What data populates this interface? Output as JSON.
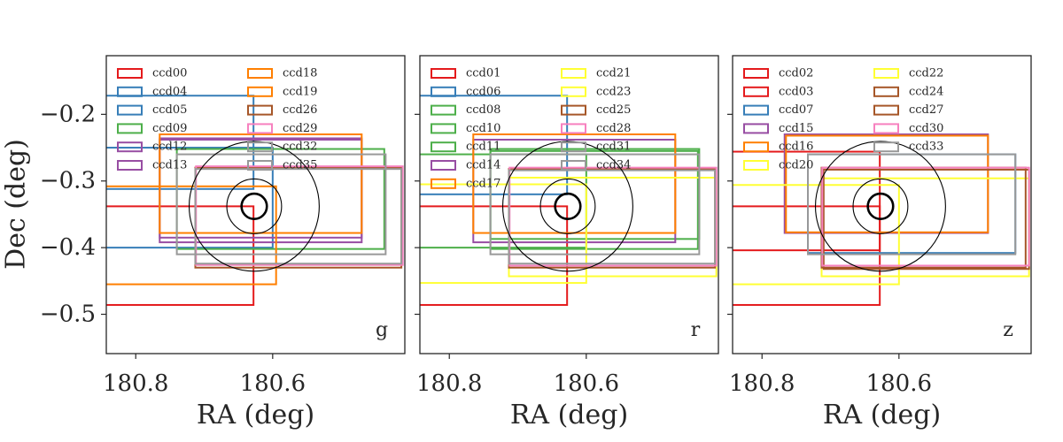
{
  "chart_data": {
    "type": "scatter",
    "xlabel": "RA (deg)",
    "ylabel": "Dec (deg)",
    "xlim": [
      180.843,
      180.407
    ],
    "ylim": [
      -0.559,
      -0.112
    ],
    "xticks": [
      180.8,
      180.6
    ],
    "xtick_labels": [
      "180.8",
      "180.6"
    ],
    "yticks": [
      -0.2,
      -0.3,
      -0.4,
      -0.5
    ],
    "ytick_labels": [
      "−0.2",
      "−0.3",
      "−0.4",
      "−0.5"
    ],
    "grid": false,
    "legend_placement": "upper-left",
    "legend_columns": 2,
    "target_circles": {
      "center": [
        180.627,
        -0.338
      ],
      "radii": [
        0.0185,
        0.04,
        0.095
      ]
    },
    "panels": [
      {
        "band": "g",
        "ccds": [
          {
            "name": "ccd00",
            "color": "#e41a1c",
            "ra_min": 180.628,
            "ra_max": 180.9,
            "dec_min": -0.486,
            "dec_max": -0.338
          },
          {
            "name": "ccd04",
            "color": "#377eb8",
            "ra_min": 180.628,
            "ra_max": 180.9,
            "dec_min": -0.312,
            "dec_max": -0.172
          },
          {
            "name": "ccd05",
            "color": "#377eb8",
            "ra_min": 180.6,
            "ra_max": 180.9,
            "dec_min": -0.4,
            "dec_max": -0.25
          },
          {
            "name": "ccd09",
            "color": "#4daf4a",
            "ra_min": 180.437,
            "ra_max": 180.74,
            "dec_min": -0.402,
            "dec_max": -0.252
          },
          {
            "name": "ccd12",
            "color": "#984ea3",
            "ra_min": 180.47,
            "ra_max": 180.765,
            "dec_min": -0.392,
            "dec_max": -0.238
          },
          {
            "name": "ccd13",
            "color": "#984ea3",
            "ra_min": 180.47,
            "ra_max": 180.765,
            "dec_min": -0.385,
            "dec_max": -0.236
          },
          {
            "name": "ccd18",
            "color": "#ff7f00",
            "ra_min": 180.595,
            "ra_max": 180.9,
            "dec_min": -0.455,
            "dec_max": -0.308
          },
          {
            "name": "ccd19",
            "color": "#ff7f00",
            "ra_min": 180.47,
            "ra_max": 180.765,
            "dec_min": -0.378,
            "dec_max": -0.23
          },
          {
            "name": "ccd26",
            "color": "#a65628",
            "ra_min": 180.412,
            "ra_max": 180.713,
            "dec_min": -0.43,
            "dec_max": -0.28
          },
          {
            "name": "ccd29",
            "color": "#f781bf",
            "ra_min": 180.41,
            "ra_max": 180.712,
            "dec_min": -0.426,
            "dec_max": -0.278
          },
          {
            "name": "ccd32",
            "color": "#999999",
            "ra_min": 180.435,
            "ra_max": 180.74,
            "dec_min": -0.41,
            "dec_max": -0.26
          },
          {
            "name": "ccd35",
            "color": "#999999",
            "ra_min": 180.412,
            "ra_max": 180.713,
            "dec_min": -0.424,
            "dec_max": -0.282
          }
        ]
      },
      {
        "band": "r",
        "ccds": [
          {
            "name": "ccd01",
            "color": "#e41a1c",
            "ra_min": 180.628,
            "ra_max": 180.9,
            "dec_min": -0.486,
            "dec_max": -0.338
          },
          {
            "name": "ccd06",
            "color": "#377eb8",
            "ra_min": 180.628,
            "ra_max": 180.9,
            "dec_min": -0.32,
            "dec_max": -0.172
          },
          {
            "name": "ccd08",
            "color": "#4daf4a",
            "ra_min": 180.435,
            "ra_max": 180.74,
            "dec_min": -0.387,
            "dec_max": -0.252
          },
          {
            "name": "ccd10",
            "color": "#4daf4a",
            "ra_min": 180.6,
            "ra_max": 180.9,
            "dec_min": -0.4,
            "dec_max": -0.26
          },
          {
            "name": "ccd11",
            "color": "#4daf4a",
            "ra_min": 180.437,
            "ra_max": 180.74,
            "dec_min": -0.402,
            "dec_max": -0.255
          },
          {
            "name": "ccd14",
            "color": "#984ea3",
            "ra_min": 180.47,
            "ra_max": 180.765,
            "dec_min": -0.392,
            "dec_max": -0.238
          },
          {
            "name": "ccd17",
            "color": "#ff7f00",
            "ra_min": 180.47,
            "ra_max": 180.765,
            "dec_min": -0.378,
            "dec_max": -0.23
          },
          {
            "name": "ccd21",
            "color": "#ffff33",
            "ra_min": 180.6,
            "ra_max": 180.9,
            "dec_min": -0.453,
            "dec_max": -0.305
          },
          {
            "name": "ccd23",
            "color": "#ffff33",
            "ra_min": 180.41,
            "ra_max": 180.713,
            "dec_min": -0.443,
            "dec_max": -0.295
          },
          {
            "name": "ccd25",
            "color": "#a65628",
            "ra_min": 180.412,
            "ra_max": 180.713,
            "dec_min": -0.43,
            "dec_max": -0.282
          },
          {
            "name": "ccd28",
            "color": "#f781bf",
            "ra_min": 180.41,
            "ra_max": 180.712,
            "dec_min": -0.427,
            "dec_max": -0.28
          },
          {
            "name": "ccd31",
            "color": "#999999",
            "ra_min": 180.435,
            "ra_max": 180.74,
            "dec_min": -0.41,
            "dec_max": -0.26
          },
          {
            "name": "ccd34",
            "color": "#999999",
            "ra_min": 180.412,
            "ra_max": 180.713,
            "dec_min": -0.424,
            "dec_max": -0.284
          }
        ]
      },
      {
        "band": "z",
        "ccds": [
          {
            "name": "ccd02",
            "color": "#e41a1c",
            "ra_min": 180.628,
            "ra_max": 180.9,
            "dec_min": -0.486,
            "dec_max": -0.338
          },
          {
            "name": "ccd03",
            "color": "#e41a1c",
            "ra_min": 180.628,
            "ra_max": 180.9,
            "dec_min": -0.404,
            "dec_max": -0.256
          },
          {
            "name": "ccd07",
            "color": "#377eb8",
            "ra_min": 180.43,
            "ra_max": 180.733,
            "dec_min": -0.408,
            "dec_max": -0.26
          },
          {
            "name": "ccd15",
            "color": "#984ea3",
            "ra_min": 180.47,
            "ra_max": 180.767,
            "dec_min": -0.378,
            "dec_max": -0.23
          },
          {
            "name": "ccd16",
            "color": "#ff7f00",
            "ra_min": 180.47,
            "ra_max": 180.765,
            "dec_min": -0.377,
            "dec_max": -0.232
          },
          {
            "name": "ccd20",
            "color": "#ffff33",
            "ra_min": 180.6,
            "ra_max": 180.9,
            "dec_min": -0.455,
            "dec_max": -0.306
          },
          {
            "name": "ccd22",
            "color": "#ffff33",
            "ra_min": 180.41,
            "ra_max": 180.713,
            "dec_min": -0.443,
            "dec_max": -0.296
          },
          {
            "name": "ccd24",
            "color": "#a65628",
            "ra_min": 180.415,
            "ra_max": 180.713,
            "dec_min": -0.43,
            "dec_max": -0.28
          },
          {
            "name": "ccd27",
            "color": "#a65628",
            "ra_min": 180.41,
            "ra_max": 180.71,
            "dec_min": -0.432,
            "dec_max": -0.283
          },
          {
            "name": "ccd30",
            "color": "#f781bf",
            "ra_min": 180.41,
            "ra_max": 180.712,
            "dec_min": -0.427,
            "dec_max": -0.28
          },
          {
            "name": "ccd33",
            "color": "#999999",
            "ra_min": 180.43,
            "ra_max": 180.733,
            "dec_min": -0.41,
            "dec_max": -0.26
          }
        ]
      }
    ]
  }
}
